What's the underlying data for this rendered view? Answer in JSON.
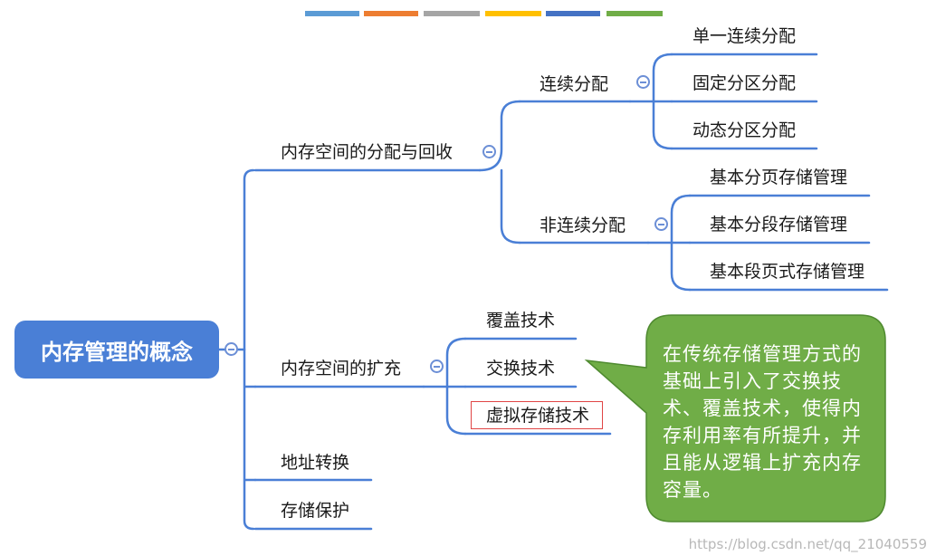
{
  "palette": [
    "#5b9bd5",
    "#ed7d31",
    "#a5a5a5",
    "#ffc000",
    "#4472c4",
    "#70ad47"
  ],
  "root": {
    "label": "内存管理的概念"
  },
  "branches": {
    "allocation": {
      "label": "内存空间的分配与回收",
      "contiguous": {
        "label": "连续分配",
        "items": [
          "单一连续分配",
          "固定分区分配",
          "动态分区分配"
        ]
      },
      "noncontiguous": {
        "label": "非连续分配",
        "items": [
          "基本分页存储管理",
          "基本分段存储管理",
          "基本段页式存储管理"
        ]
      }
    },
    "expansion": {
      "label": "内存空间的扩充",
      "items": [
        "覆盖技术",
        "交换技术",
        "虚拟存储技术"
      ]
    },
    "address": {
      "label": "地址转换"
    },
    "protection": {
      "label": "存储保护"
    }
  },
  "callout": {
    "text": "在传统存储管理方式的基础上引入了交换技术、覆盖技术，使得内存利用率有所提升，并且能从逻辑上扩充内存容量。",
    "color": "#70ad47"
  },
  "watermark": "https://blog.csdn.net/qq_21040559"
}
